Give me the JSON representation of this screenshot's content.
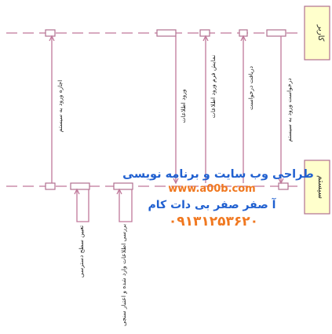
{
  "actors": {
    "user": "کاربر",
    "system": "سیستم"
  },
  "messages": [
    {
      "id": "m1",
      "label": "درخواست ورود به سیستم"
    },
    {
      "id": "m2",
      "label": "دریافت درخواست"
    },
    {
      "id": "m3",
      "label": "نمایش فرم ورود اطلاعات"
    },
    {
      "id": "m4",
      "label": "ورود اطلاعات"
    },
    {
      "id": "m5",
      "label": "اجازه ورود به سیستم"
    },
    {
      "id": "m6",
      "label": "بررسی اطلاعات وارد شده و اعتبار سنجی"
    },
    {
      "id": "m7",
      "label": "تعیین سطح دسترسی"
    }
  ],
  "watermark": {
    "line1": "طراحی وب سایت و برنامه نویسی",
    "line2": "www.a00b.com",
    "line3": "آ صفر صفر بی دات کام",
    "line4": "۰۹۱۳۱۲۵۳۶۲۰",
    "colors": {
      "blue": "#2060d0",
      "orange": "#f07820"
    }
  }
}
